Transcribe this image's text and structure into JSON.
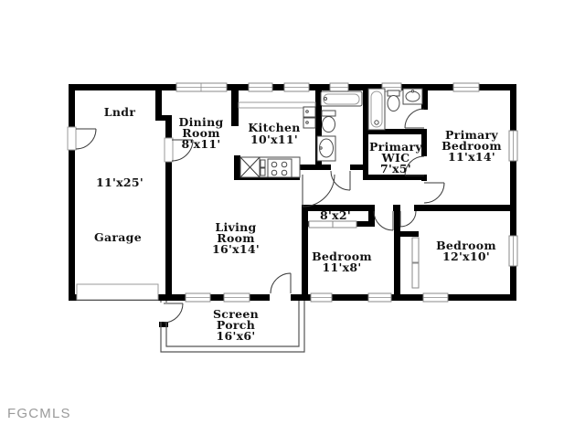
{
  "watermark": "FGCMLS",
  "colors": {
    "wall": "#000000",
    "label_text": "#141414",
    "watermark_text": "#9a9a9a",
    "fixture_line": "#4a4a4a",
    "window_border": "#8a8a8a",
    "background": "#ffffff"
  },
  "rooms": {
    "laundry": {
      "name": "Lndr"
    },
    "garage": {
      "name": "Garage",
      "dims": "11'x25'"
    },
    "dining_room": {
      "name_line1": "Dining",
      "name_line2": "Room",
      "dims": "8'x11'"
    },
    "kitchen": {
      "name": "Kitchen",
      "dims": "10'x11'"
    },
    "primary_wic": {
      "name_line1": "Primary",
      "name_line2": "WIC",
      "dims": "7'x5'"
    },
    "primary_bedroom": {
      "name_line1": "Primary",
      "name_line2": "Bedroom",
      "dims": "11'x14'"
    },
    "living_room": {
      "name_line1": "Living",
      "name_line2": "Room",
      "dims": "16'x14'"
    },
    "hall_closet": {
      "dims": "8'x2'"
    },
    "bedroom_2": {
      "name": "Bedroom",
      "dims": "11'x8'"
    },
    "bedroom_3": {
      "name": "Bedroom",
      "dims": "12'x10'"
    },
    "screen_porch": {
      "name_line1": "Screen",
      "name_line2": "Porch",
      "dims": "16'x6'"
    }
  }
}
